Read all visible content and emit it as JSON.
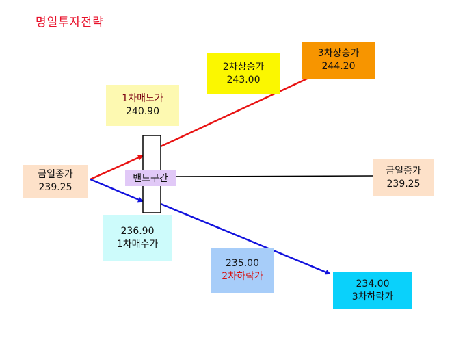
{
  "title": "명일투자전략",
  "close_left": {
    "label": "금일종가",
    "value": "239.25"
  },
  "close_right": {
    "label": "금일종가",
    "value": "239.25"
  },
  "sell1": {
    "label": "1차매도가",
    "value": "240.90"
  },
  "rise2": {
    "label": "2차상승가",
    "value": "243.00"
  },
  "rise3": {
    "label": "3차상승가",
    "value": "244.20"
  },
  "buy1": {
    "label": "1차매수가",
    "value": "236.90"
  },
  "fall2": {
    "label": "2차하락가",
    "value": "235.00"
  },
  "fall3": {
    "label": "3차하락가",
    "value": "234.00"
  },
  "band": {
    "label": "밴드구간"
  },
  "colors": {
    "up_line": "#e81212",
    "down_line": "#1212dd",
    "flat_line": "#000000",
    "close_box": "#fde1c9",
    "sell_box": "#fdf9b1",
    "rise2_box": "#fbf700",
    "rise3_box": "#f79500",
    "buy_box": "#cdfbfb",
    "fall2_box": "#a7cdf9",
    "fall3_box": "#0ad1fb",
    "band_box": "#e1c9f7"
  }
}
